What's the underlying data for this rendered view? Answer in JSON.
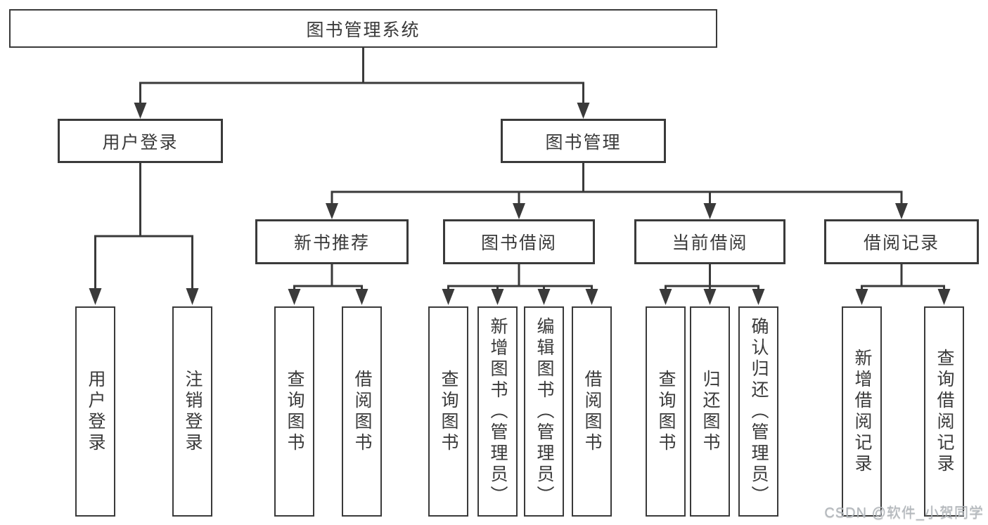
{
  "diagram": {
    "root": {
      "label": "图书管理系统"
    },
    "branches": [
      {
        "label": "用户登录",
        "children": [
          {
            "label": "用户登录"
          },
          {
            "label": "注销登录"
          }
        ]
      },
      {
        "label": "图书管理",
        "children": [
          {
            "label": "新书推荐",
            "children": [
              {
                "label": "查询图书"
              },
              {
                "label": "借阅图书"
              }
            ]
          },
          {
            "label": "图书借阅",
            "children": [
              {
                "label": "查询图书"
              },
              {
                "label": "新增图书（管理员）"
              },
              {
                "label": "编辑图书（管理员）"
              },
              {
                "label": "借阅图书"
              }
            ]
          },
          {
            "label": "当前借阅",
            "children": [
              {
                "label": "查询图书"
              },
              {
                "label": "归还图书"
              },
              {
                "label": "确认归还（管理员）"
              }
            ]
          },
          {
            "label": "借阅记录",
            "children": [
              {
                "label": "新增借阅记录"
              },
              {
                "label": "查询借阅记录"
              }
            ]
          }
        ]
      }
    ],
    "watermark": "CSDN @软件_小贺同学",
    "colors": {
      "line": "#3a3a3a",
      "text": "#3a3a3a",
      "background": "#ffffff",
      "watermark": "#b3b8bd"
    }
  }
}
